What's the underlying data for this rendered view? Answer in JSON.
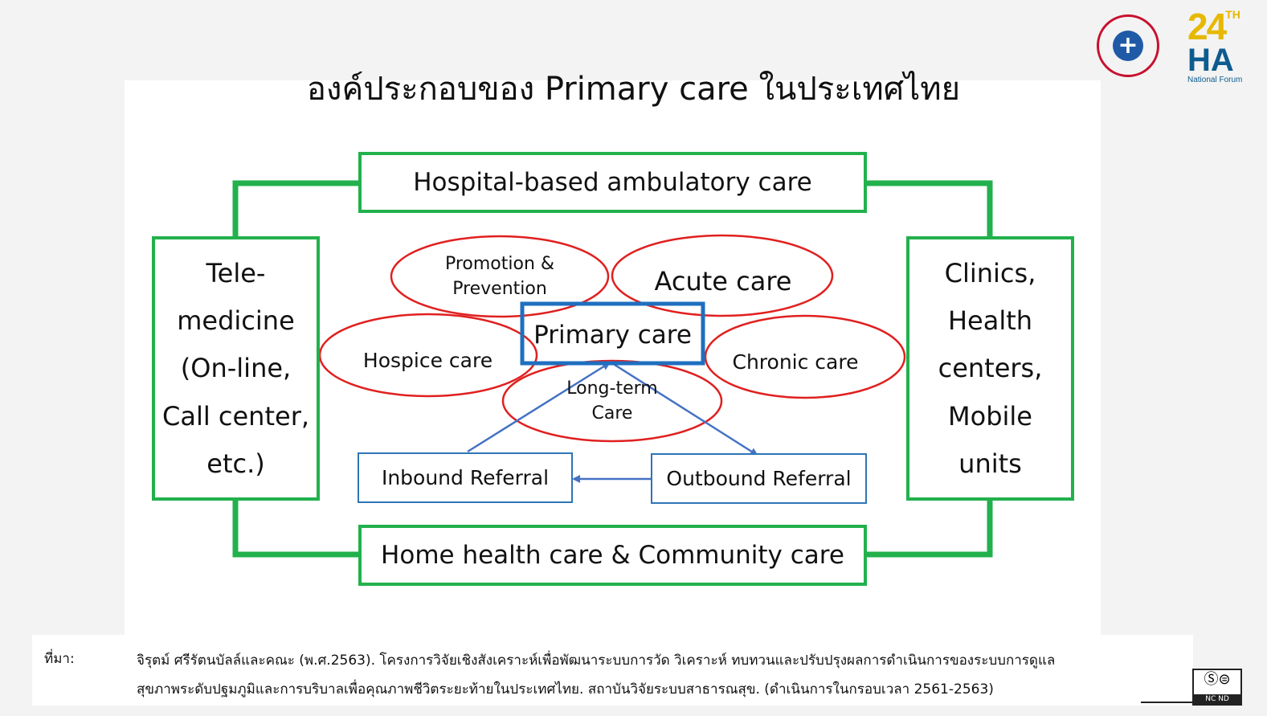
{
  "title": "องค์ประกอบของ Primary care ในประเทศไทย",
  "diagram": {
    "top_box": "Hospital-based ambulatory care",
    "bottom_box": "Home health care & Community care",
    "left_box_lines": [
      "Tele-",
      "medicine",
      "(On-line,",
      "Call center,",
      "etc.)"
    ],
    "right_box_lines": [
      "Clinics,",
      "Health",
      "centers,",
      "Mobile",
      "units"
    ],
    "ellipses": {
      "promotion_lines": [
        "Promotion &",
        "Prevention"
      ],
      "acute": "Acute care",
      "hospice": "Hospice care",
      "chronic": "Chronic care",
      "longterm_lines": [
        "Long-term",
        "Care"
      ]
    },
    "center_box": "Primary care",
    "inbound": "Inbound Referral",
    "outbound": "Outbound Referral",
    "colors": {
      "green_frame": "#22b14c",
      "red_ellipse": "#e0201f",
      "blue_box": "#1f6fc0",
      "arrow": "#4472c4"
    }
  },
  "source": {
    "label": "ที่มา:",
    "line1": "จิรุตม์ ศรีรัตนบัลล์และคณะ (พ.ศ.2563). โครงการวิจัยเชิงสังเคราะห์เพื่อพัฒนาระบบการวัด วิเคราะห์ ทบทวนและปรับปรุงผลการดำเนินการของระบบการดูแล",
    "line2": "สุขภาพระดับปฐมภูมิและการบริบาลเพื่อคุณภาพชีวิตระยะท้ายในประเทศไทย. สถาบันวิจัยระบบสาธารณสุข.  (ดำเนินการในกรอบเวลา 2561-2563)"
  },
  "logos": {
    "ha_number": "24",
    "ha_suffix": "TH",
    "ha_text": "HA",
    "ha_forum": "National Forum",
    "cc_tags": "NC  ND"
  }
}
